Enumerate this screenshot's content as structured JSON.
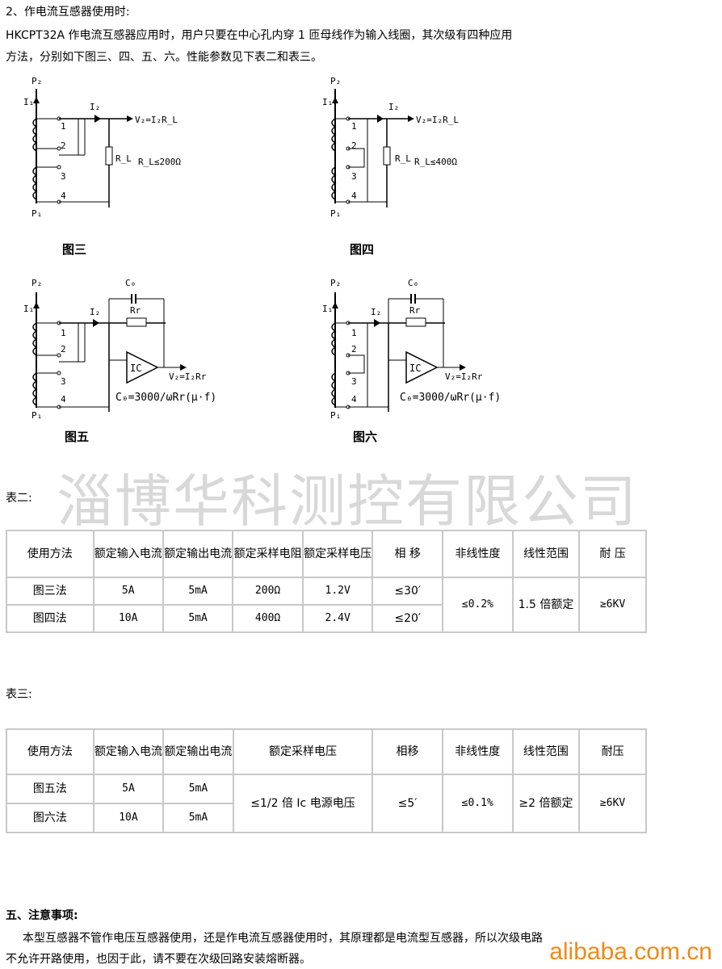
{
  "header": {
    "line1": "2、作电流互感器使用时:",
    "line2": "HKCPT32A 作电流互感器应用时，用户只要在中心孔内穿 1 匝母线作为输入线圈，其次级有四种应用",
    "line3": "方法，分别如下图三、四、五、六。性能参数见下表二和表三。"
  },
  "figures": {
    "fig3": {
      "caption": "图三",
      "eq": "V₂=I₂R_L",
      "cond": "R_L≤200Ω",
      "rl": "R_L"
    },
    "fig4": {
      "caption": "图四",
      "eq": "V₂=I₂R_L",
      "cond": "R_L≤400Ω",
      "rl": "R_L"
    },
    "fig5": {
      "caption": "图五",
      "eq": "V₂=I₂Rr",
      "cap_eq": "C₀=3000/ωRr(μ·f)",
      "c0": "C₀",
      "rr": "Rr",
      "ic": "IC"
    },
    "fig6": {
      "caption": "图六",
      "eq": "V₂=I₂Rr",
      "cap_eq": "C₀=3000/ωRr(μ·f)",
      "c0": "C₀",
      "rr": "Rr",
      "ic": "IC"
    },
    "labels": {
      "p2": "P₂",
      "p1": "P₁",
      "i1": "I₁",
      "i2": "I₂",
      "n1": "1",
      "n2": "2",
      "n3": "3",
      "n4": "4"
    }
  },
  "watermark": "淄博华科测控有限公司",
  "table2": {
    "label": "表二:",
    "headers": [
      "使用方法",
      "额定输入电流",
      "额定输出电流",
      "额定采样电阻",
      "额定采样电压",
      "相 移",
      "非线性度",
      "线性范围",
      "耐 压"
    ],
    "rows": [
      [
        "图三法",
        "5A",
        "5mA",
        "200Ω",
        "1.2V",
        "≤30′"
      ],
      [
        "图四法",
        "10A",
        "5mA",
        "400Ω",
        "2.4V",
        "≤20′"
      ]
    ],
    "merged": {
      "nonlinearity": "≤0.2%",
      "range": "1.5 倍额定",
      "withstand": "≥6KV"
    }
  },
  "table3": {
    "label": "表三:",
    "headers": [
      "使用方法",
      "额定输入电流",
      "额定输出电流",
      "额定采样电压",
      "相移",
      "非线性度",
      "线性范围",
      "耐压"
    ],
    "rows": [
      [
        "图五法",
        "5A",
        "5mA"
      ],
      [
        "图六法",
        "10A",
        "5mA"
      ]
    ],
    "merged": {
      "voltage": "≤1/2 倍 Ic 电源电压",
      "phase": "≤5′",
      "nonlinearity": "≤0.1%",
      "range": "≥2 倍额定",
      "withstand": "≥6KV"
    }
  },
  "notes": {
    "title": "五、注意事项:",
    "line1": "本型互感器不管作电压互感器使用，还是作电流互感器使用时，其原理都是电流型互感器，所以次级电路",
    "line2": "不允许开路使用，也因于此，请不要在次级回路安装熔断器。"
  },
  "corner_watermark": "alibaba.com.cn"
}
